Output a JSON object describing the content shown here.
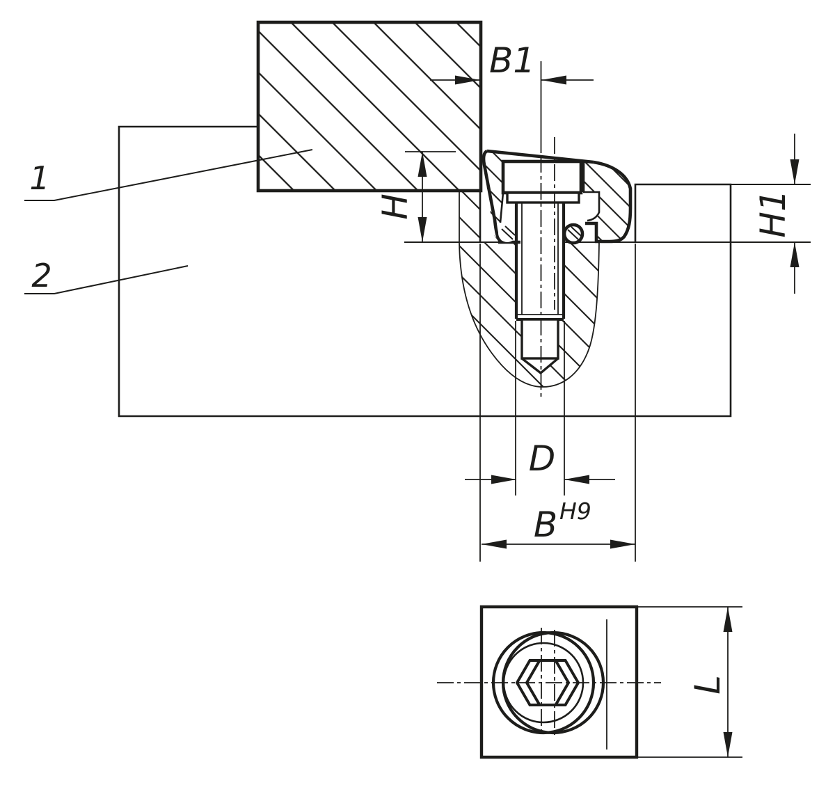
{
  "title": "Side clamp sectional drawing",
  "colors": {
    "ink": "#1d1d1b",
    "paper": "#ffffff"
  },
  "part_labels": {
    "workpiece": "1",
    "fixture_body": "2"
  },
  "dimensions": {
    "b1": "B1",
    "h": "H",
    "h1": "H1",
    "d": "D",
    "b": "B",
    "b_tolerance": "H9",
    "l": "L"
  }
}
